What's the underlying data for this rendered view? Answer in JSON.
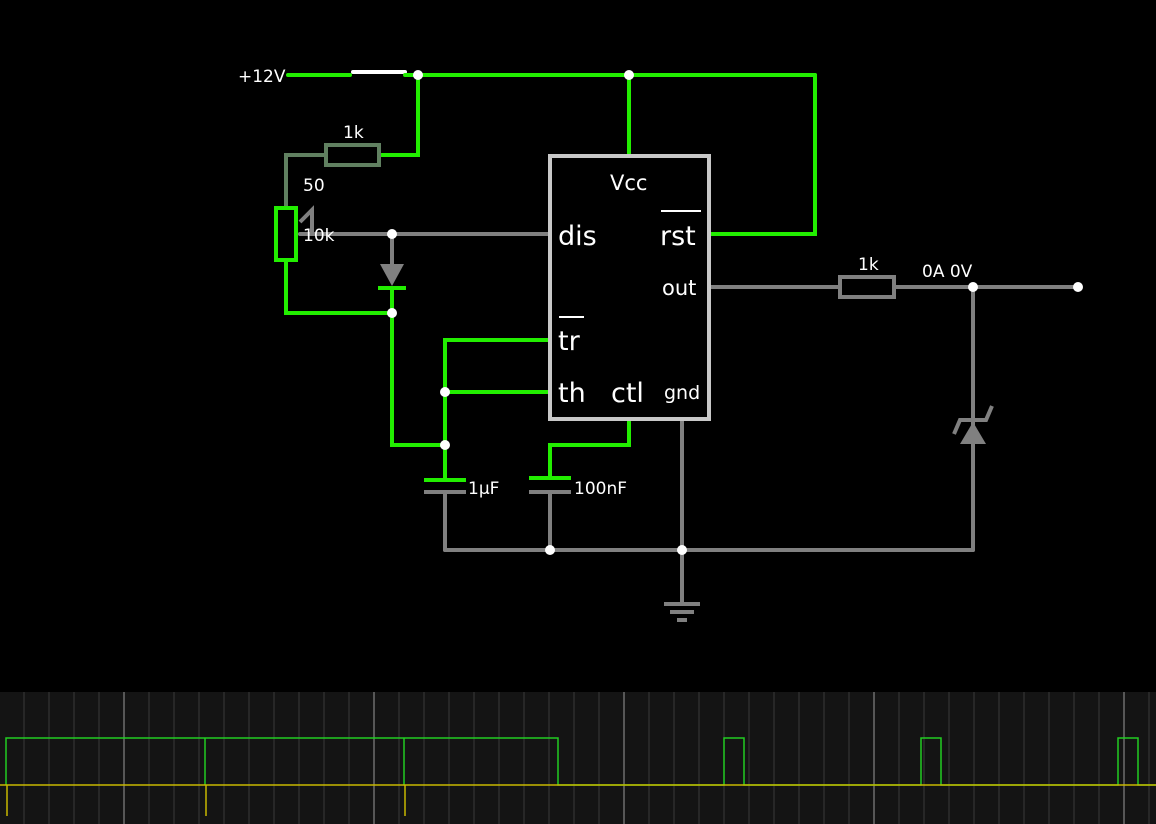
{
  "colors": {
    "background": "#000000",
    "wire_active": "#22ee00",
    "wire_inactive": "#808080",
    "pot_body": "#608060",
    "switch": "#ffffff",
    "scope_bg": "#141414",
    "scope_grid": "#3a3a3a",
    "scope_trace_green": "#22cc22",
    "scope_trace_yellow": "#c8b800"
  },
  "supply": {
    "label": "+12V"
  },
  "resistor_top": {
    "label": "1k"
  },
  "potentiometer": {
    "wiper_label": "50",
    "value_label": "10k"
  },
  "timer_ic": {
    "vcc": "Vcc",
    "dis": "dis",
    "rst": "rst",
    "out": "out",
    "tr": "tr",
    "th": "th",
    "ctl": "ctl",
    "gnd": "gnd"
  },
  "cap_timing": {
    "label": "1µF"
  },
  "cap_control": {
    "label": "100nF"
  },
  "resistor_out": {
    "label": "1k"
  },
  "output_probe": {
    "readout": "0A 0V"
  },
  "icons": [
    "ground-icon",
    "diode-icon",
    "zener-diode-icon",
    "switch-icon"
  ]
}
